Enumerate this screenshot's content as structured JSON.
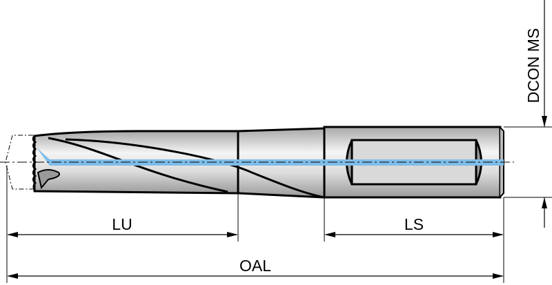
{
  "diagram": {
    "labels": {
      "lu": "LU",
      "ls": "LS",
      "oal": "OAL",
      "dcon": "DCON MS"
    },
    "colors": {
      "coolant": "#7fbde8",
      "outline": "#000000",
      "body_light": "#f2f2f2",
      "body_dark": "#a8a8a8",
      "slot": "#d9d9d9"
    }
  }
}
